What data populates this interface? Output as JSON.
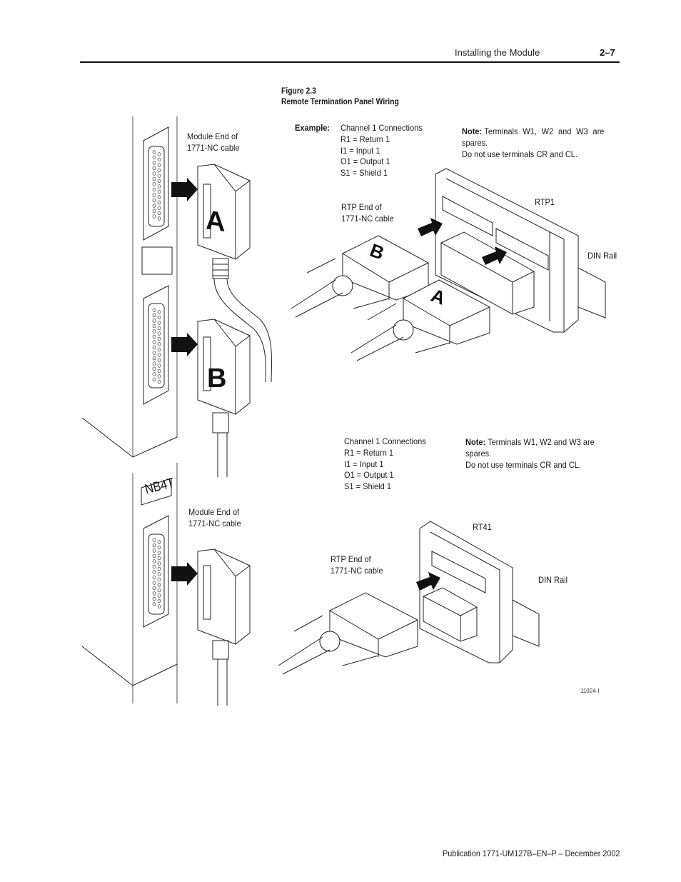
{
  "header": {
    "section_title": "Installing the Module",
    "page_number": "2–7"
  },
  "figure": {
    "number": "Figure 2.3",
    "title": "Remote Termination Panel Wiring",
    "id_code": "11024-I"
  },
  "top_diagram": {
    "example_label": "Example:",
    "connections": [
      "Channel 1 Connections",
      "R1 = Return 1",
      "I1 = Input 1",
      "O1 = Output 1",
      "S1 = Shield 1"
    ],
    "note_label": "Note:",
    "note_lines": [
      "Terminals W1, W2 and W3 are",
      "spares.",
      "Do not use terminals CR and CL."
    ],
    "module_end_label": [
      "Module End of",
      "1771-NC cable"
    ],
    "rtp_end_label": [
      "RTP End of",
      "1771-NC cable"
    ],
    "panel_label": "RTP1",
    "din_rail_label": "DIN Rail",
    "connector_a_letter": "A",
    "connector_b_letter": "B"
  },
  "bottom_diagram": {
    "connections": [
      "Channel 1 Connections",
      "R1 = Return 1",
      "I1 = Input 1",
      "O1 = Output 1",
      "S1 = Shield 1"
    ],
    "note_label": "Note:",
    "note_lines": [
      "Terminals W1, W2 and W3 are",
      "spares.",
      "Do not use terminals CR and CL."
    ],
    "module_label": "NB4T",
    "module_end_label": [
      "Module End of",
      "1771-NC cable"
    ],
    "rtp_end_label": [
      "RTP End of",
      "1771-NC cable"
    ],
    "panel_label": "RT41",
    "din_rail_label": "DIN Rail"
  },
  "footer": {
    "publication": "Publication 1771-UM127B–EN–P – December 2002"
  }
}
